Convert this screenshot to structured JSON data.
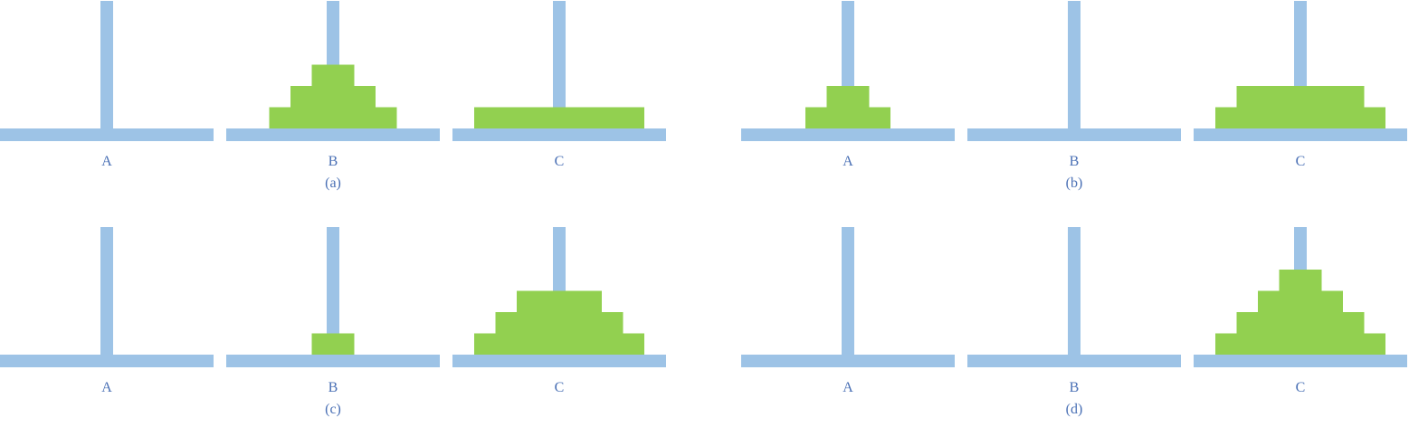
{
  "colors": {
    "rod": "#9dc3e6",
    "disk": "#92d050",
    "label": "#4a70b5",
    "background": "#ffffff"
  },
  "panels": [
    {
      "caption": "(a)",
      "pegs": [
        {
          "label": "A",
          "disks": []
        },
        {
          "label": "B",
          "disks": [
            3,
            2,
            1
          ]
        },
        {
          "label": "C",
          "disks": [
            4
          ]
        }
      ]
    },
    {
      "caption": "(b)",
      "pegs": [
        {
          "label": "A",
          "disks": [
            2,
            1
          ]
        },
        {
          "label": "B",
          "disks": []
        },
        {
          "label": "C",
          "disks": [
            4,
            3
          ]
        }
      ]
    },
    {
      "caption": "(c)",
      "pegs": [
        {
          "label": "A",
          "disks": []
        },
        {
          "label": "B",
          "disks": [
            1
          ]
        },
        {
          "label": "C",
          "disks": [
            4,
            3,
            2
          ]
        }
      ]
    },
    {
      "caption": "(d)",
      "pegs": [
        {
          "label": "A",
          "disks": []
        },
        {
          "label": "B",
          "disks": []
        },
        {
          "label": "C",
          "disks": [
            4,
            3,
            2,
            1
          ]
        }
      ]
    }
  ]
}
